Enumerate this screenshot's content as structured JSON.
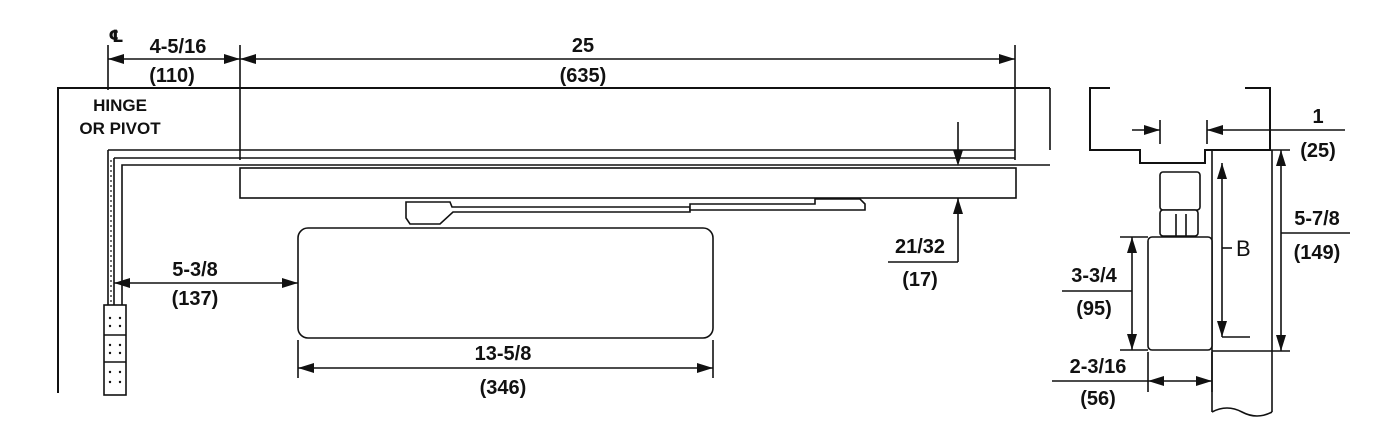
{
  "centerline_symbol": "℄",
  "hinge_label": {
    "line1": "HINGE",
    "line2": "OR PIVOT"
  },
  "dimensions": {
    "hinge_to_closer": {
      "inch": "4-5/16",
      "mm": "(110)"
    },
    "arm_length": {
      "inch": "25",
      "mm": "(635)"
    },
    "stop_height": {
      "inch": "21/32",
      "mm": "(17)"
    },
    "hinge_to_body": {
      "inch": "5-3/8",
      "mm": "(137)"
    },
    "body_length": {
      "inch": "13-5/8",
      "mm": "(346)"
    },
    "side_offset": {
      "inch": "1",
      "mm": "(25)"
    },
    "overall_height": {
      "inch": "5-7/8",
      "mm": "(149)"
    },
    "body_height": {
      "inch": "3-3/4",
      "mm": "(95)"
    },
    "body_depth": {
      "inch": "2-3/16",
      "mm": "(56)"
    }
  },
  "b_label": "B"
}
